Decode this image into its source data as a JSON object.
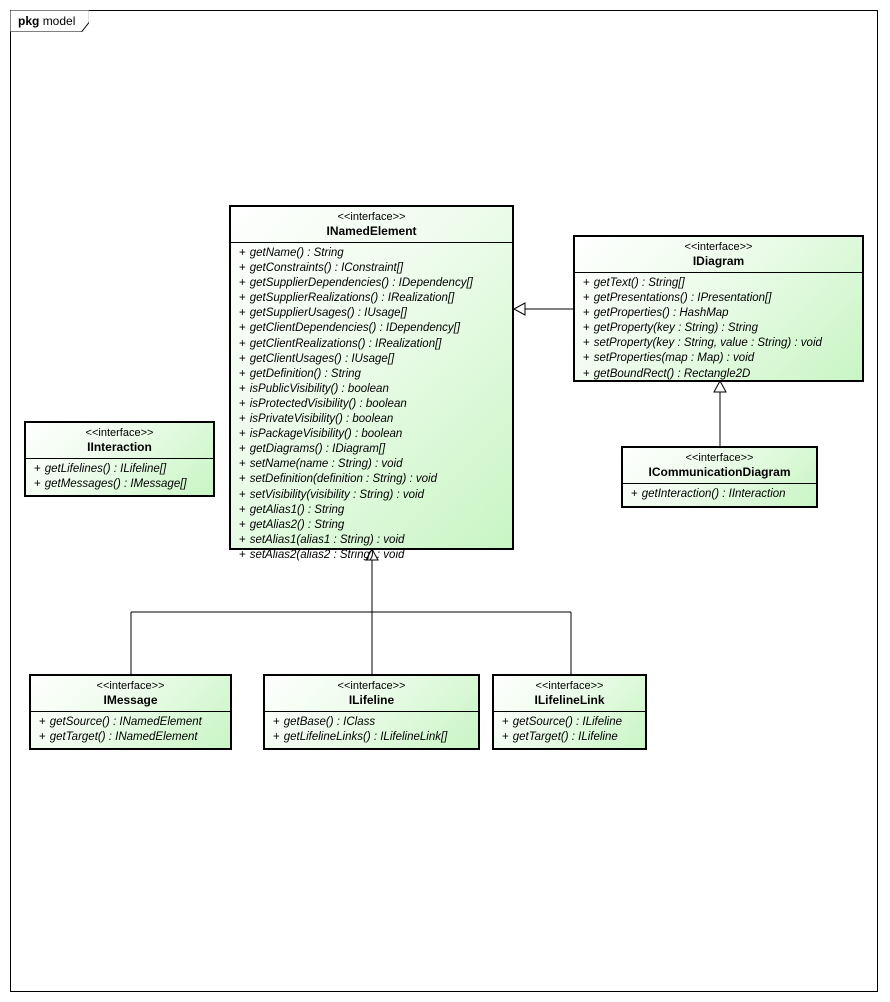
{
  "package": {
    "keyword": "pkg",
    "name": "model"
  },
  "classes": {
    "inamed": {
      "stereotype": "<<interface>>",
      "name": "INamedElement",
      "ops": [
        "getName() : String",
        "getConstraints() : IConstraint[]",
        "getSupplierDependencies() : IDependency[]",
        "getSupplierRealizations() : IRealization[]",
        "getSupplierUsages() : IUsage[]",
        "getClientDependencies() : IDependency[]",
        "getClientRealizations() : IRealization[]",
        "getClientUsages() : IUsage[]",
        "getDefinition() : String",
        "isPublicVisibility() : boolean",
        "isProtectedVisibility() : boolean",
        "isPrivateVisibility() : boolean",
        "isPackageVisibility() : boolean",
        "getDiagrams() : IDiagram[]",
        "setName(name : String) : void",
        "setDefinition(definition : String) : void",
        "setVisibility(visibility : String) : void",
        "getAlias1() : String",
        "getAlias2() : String",
        "setAlias1(alias1 : String) : void",
        "setAlias2(alias2 : String) : void"
      ]
    },
    "idiagram": {
      "stereotype": "<<interface>>",
      "name": "IDiagram",
      "ops": [
        "getText() : String[]",
        "getPresentations() : IPresentation[]",
        "getProperties() : HashMap",
        "getProperty(key : String) : String",
        "setProperty(key : String, value : String) : void",
        "setProperties(map : Map) : void",
        "getBoundRect() : Rectangle2D"
      ]
    },
    "iinteraction": {
      "stereotype": "<<interface>>",
      "name": "IInteraction",
      "ops": [
        "getLifelines() : ILifeline[]",
        "getMessages() : IMessage[]"
      ]
    },
    "icomm": {
      "stereotype": "<<interface>>",
      "name": "ICommunicationDiagram",
      "ops": [
        "getInteraction() : IInteraction"
      ]
    },
    "imessage": {
      "stereotype": "<<interface>>",
      "name": "IMessage",
      "ops": [
        "getSource() : INamedElement",
        "getTarget() : INamedElement"
      ]
    },
    "ilifeline": {
      "stereotype": "<<interface>>",
      "name": "ILifeline",
      "ops": [
        "getBase() : IClass",
        "getLifelineLinks() : ILifelineLink[]"
      ]
    },
    "ilifelinelink": {
      "stereotype": "<<interface>>",
      "name": "ILifelineLink",
      "ops": [
        "getSource() : ILifeline",
        "getTarget() : ILifeline"
      ]
    }
  },
  "visibility_marker": "+"
}
